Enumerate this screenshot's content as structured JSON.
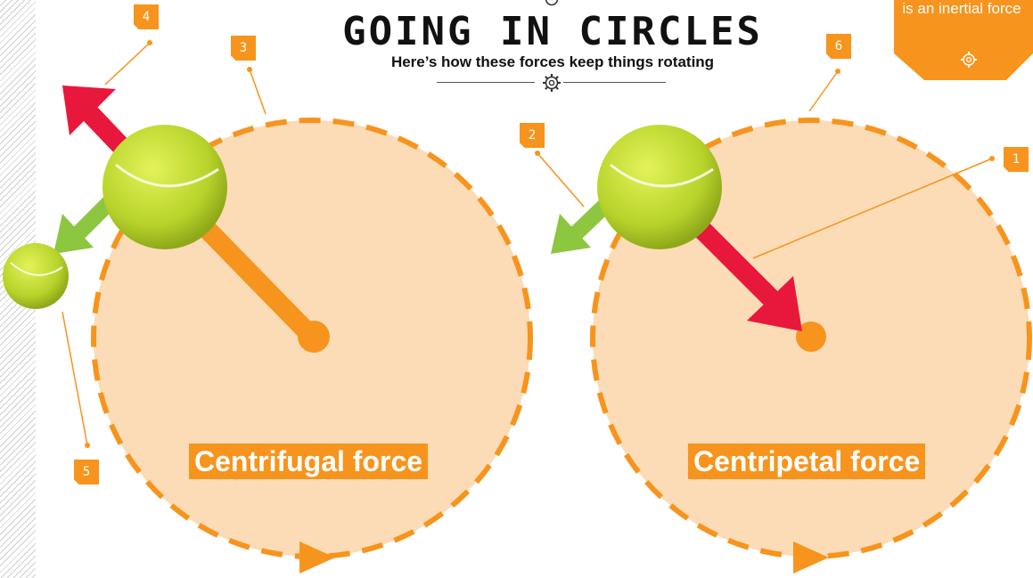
{
  "header": {
    "title": "GOING IN CIRCLES",
    "subtitle": "Here’s how these forces keep things rotating"
  },
  "corner_badge": {
    "text": "is an inertial force"
  },
  "diagrams": [
    {
      "label": "Centrifugal force"
    },
    {
      "label": "Centripetal force"
    }
  ],
  "callouts": [
    "1",
    "2",
    "3",
    "4",
    "5",
    "6"
  ],
  "colors": {
    "accent": "#f7941d",
    "circle_fill": "#fcdcb6",
    "red_arrow": "#e8183c",
    "green_arrow": "#8dc63f",
    "ball": "#c9e03a"
  },
  "icons": [
    "gear-icon"
  ]
}
